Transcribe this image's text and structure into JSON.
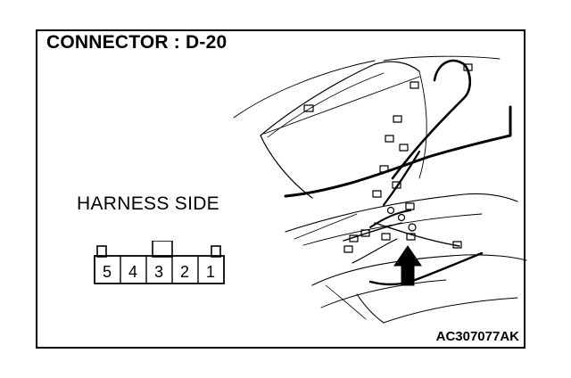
{
  "title": "CONNECTOR : D-20",
  "harness_label": "HARNESS SIDE",
  "figure_code": "AC307077AK",
  "connector": {
    "pins": [
      "5",
      "4",
      "3",
      "2",
      "1"
    ]
  }
}
